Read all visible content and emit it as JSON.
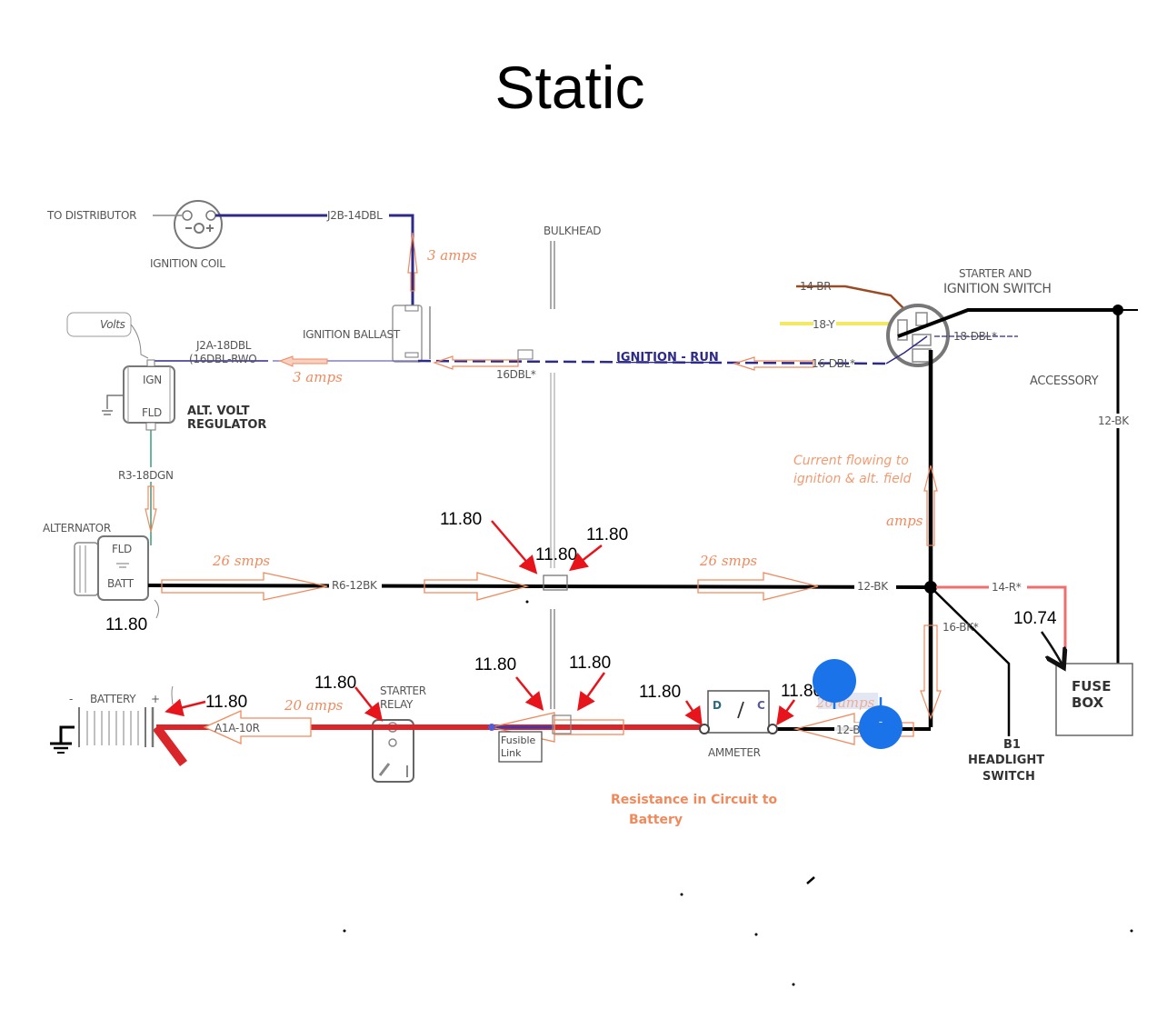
{
  "title": "Static",
  "colors": {
    "wire_black": "#000000",
    "wire_red": "#d9262a",
    "wire_blue": "#2d2a8a",
    "wire_brown": "#9c4a22",
    "wire_yellow": "#f2ea62",
    "wire_green": "#3a9a7a",
    "wire_pink": "#f26e6e",
    "flow_arrow": "#f08a5d",
    "annotation_arrow": "#e8141b",
    "touch_handle": "#1a73e8"
  },
  "components": {
    "ignition_coil": "IGNITION COIL",
    "to_distributor": "TO DISTRIBUTOR",
    "ignition_ballast": "IGNITION BALLAST",
    "bulkhead": "BULKHEAD",
    "volts_box": "Volts",
    "regulator_ign": "IGN",
    "regulator_fld": "FLD",
    "regulator_line1": "ALT. VOLT",
    "regulator_line2": "REGULATOR",
    "alternator": "ALTERNATOR",
    "alternator_fld": "FLD",
    "alternator_batt": "BATT",
    "switch_line1": "STARTER AND",
    "switch_line2": "IGNITION SWITCH",
    "accessory": "ACCESSORY",
    "battery": "BATTERY",
    "battery_minus": "-",
    "battery_plus": "+",
    "starter_relay_line1": "STARTER",
    "starter_relay_line2": "RELAY",
    "fusible_link_line1": "Fusible",
    "fusible_link_line2": "Link",
    "ammeter": "AMMETER",
    "ammeter_d": "D",
    "ammeter_c": "C",
    "fuse_box_line1": "FUSE",
    "fuse_box_line2": "BOX",
    "headlight_b1": "B1",
    "headlight_line1": "HEADLIGHT",
    "headlight_line2": "SWITCH"
  },
  "wire_labels": {
    "j2b": "J2B-14DBL",
    "j2a_1": "J2A-18DBL",
    "j2a_2": "(16DBL-RWO",
    "dbl16_bulkhead": "16DBL*",
    "ignition_run": "IGNITION - RUN",
    "dbl16_switch": "16-DBL*",
    "br14": "14-BR",
    "y18": "18-Y",
    "dbl18": "18-DBL*",
    "bk12_accessory": "12-BK",
    "r3": "R3-18DGN",
    "r6": "R6-12BK",
    "bk12_main": "12-BK",
    "r14": "14-R*",
    "bk16": "16-BK*",
    "a1a": "A1A-10R",
    "bk12_ammeter": "12-B"
  },
  "flow_labels": {
    "coil_amps": "3 amps",
    "regulator_amps": "3 amps",
    "alt_amps_left": "26 smps",
    "alt_amps_right": "26 smps",
    "switch_feed_amps": "amps",
    "battery_amps": "20 amps",
    "ammeter_amps": "20 amps"
  },
  "notes": {
    "current_line1": "Current flowing to",
    "current_line2": "ignition & alt. field",
    "resistance_line1": "Resistance in Circuit to",
    "resistance_line2": "Battery"
  },
  "voltage_readings": {
    "alternator_batt": "11.80",
    "bulkhead_left": "11.80",
    "bulkhead_mid": "11.80",
    "bulkhead_right": "11.80",
    "battery_post": "11.80",
    "starter_relay": "11.80",
    "fusible_link_in": "11.80",
    "fusible_link_out": "11.80",
    "ammeter_in": "11.80",
    "ammeter_out": "11.80",
    "fuse_box": "10.74"
  },
  "touch_handles": {
    "end_handle_glyph": "-"
  }
}
